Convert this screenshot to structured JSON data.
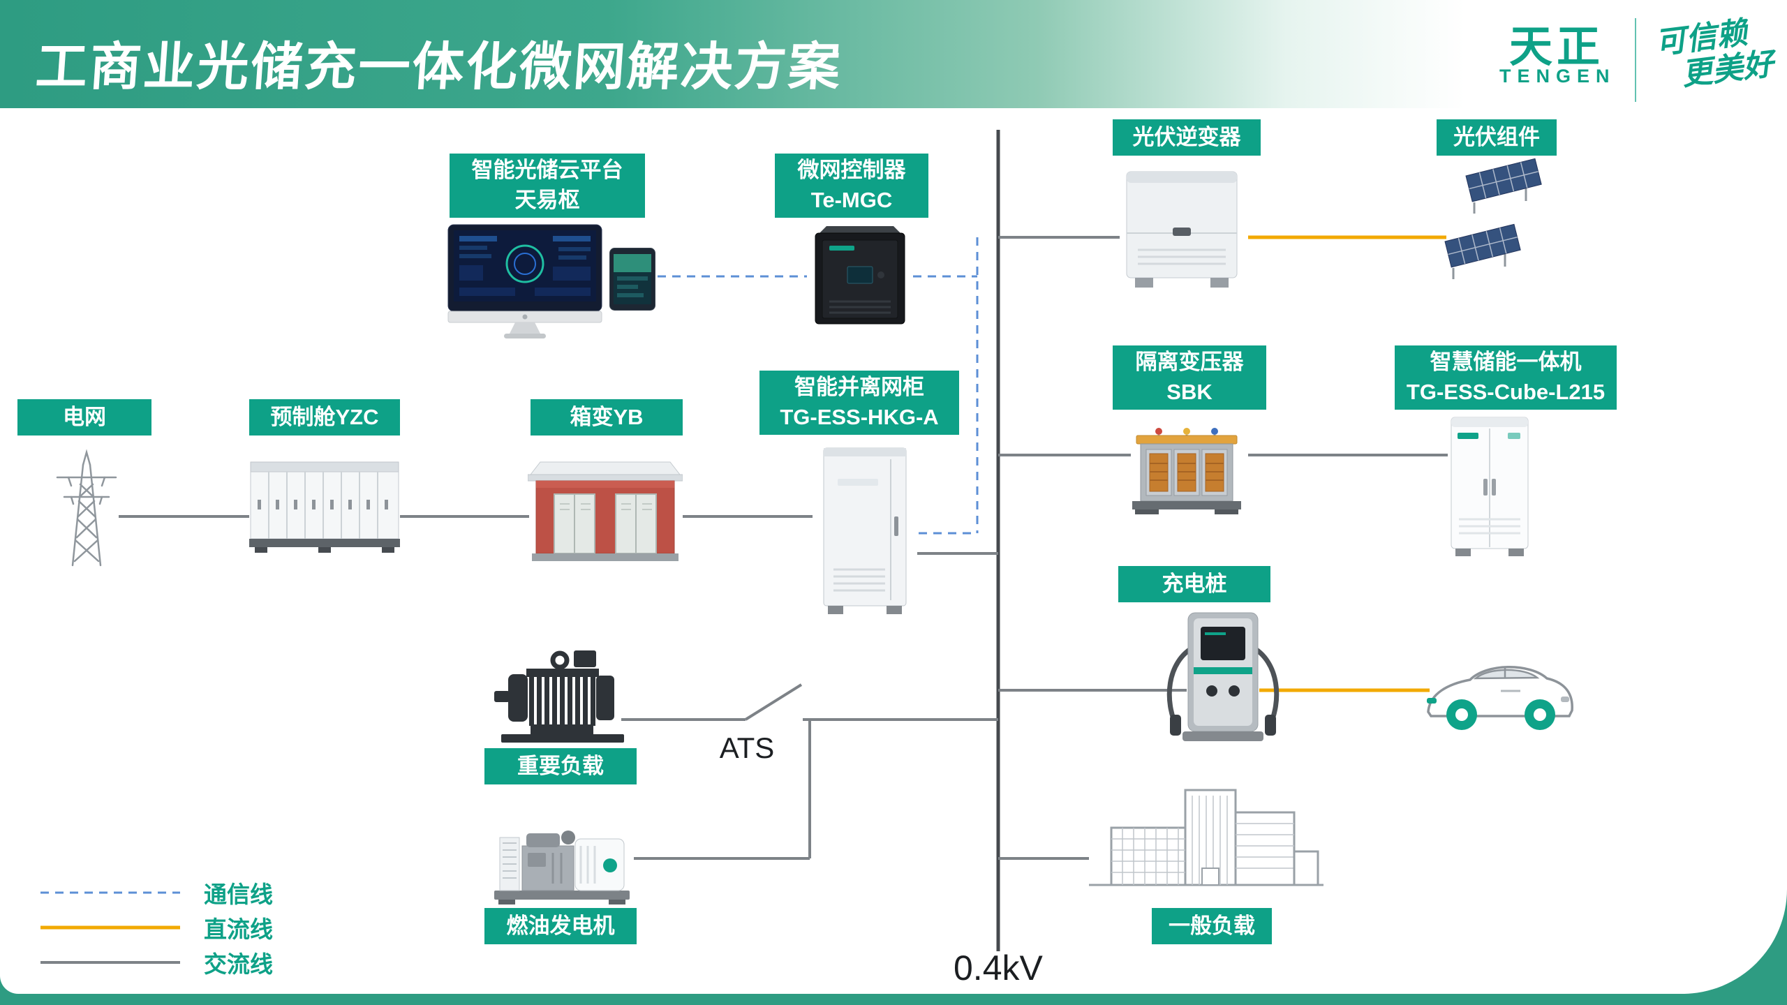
{
  "colors": {
    "accent": "#0EA187",
    "banner": "#2E9C82",
    "comm": "#5C8FD6",
    "dc": "#F2A900",
    "ac": "#7D8287",
    "bus": "#45494E",
    "ink": "#1B1E21"
  },
  "header": {
    "title": "工商业光储充一体化微网解决方案",
    "logo_cn": "天正",
    "logo_en": "TENGEN",
    "slogan_line1": "可信赖",
    "slogan_line2": "更美好"
  },
  "nodes": {
    "cloud_platform": "智能光储云平台\n天易枢",
    "microgrid_controller": "微网控制器\nTe-MGC",
    "pv_inverter": "光伏逆变器",
    "pv_modules": "光伏组件",
    "grid": "电网",
    "prefab_cabin": "预制舱YZC",
    "box_transformer": "箱变YB",
    "grid_cabinet": "智能并离网柜\nTG-ESS-HKG-A",
    "isolation_transformer": "隔离变压器\nSBK",
    "ess_cube": "智慧储能一体机\nTG-ESS-Cube-L215",
    "charger": "充电桩",
    "important_load": "重要负载",
    "diesel_generator": "燃油发电机",
    "general_load": "一般负载"
  },
  "annotations": {
    "ats": "ATS",
    "bus_voltage": "0.4kV"
  },
  "legend": {
    "comm": "通信线",
    "dc": "直流线",
    "ac": "交流线"
  }
}
